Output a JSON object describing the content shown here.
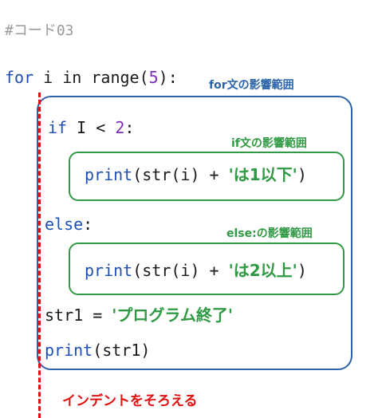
{
  "comment": "#コード03",
  "code": {
    "for_kw": "for",
    "for_rest": " i in range(",
    "for_num": "5",
    "for_end": "):",
    "if_kw": "if",
    "if_rest": " I < ",
    "if_num": "2",
    "if_end": ":",
    "print1_kw": "print",
    "print1_rest": "(str(i) + ",
    "print1_str": "'は1以下'",
    "print1_end": ")",
    "else_kw": "else",
    "else_end": ":",
    "print2_kw": "print",
    "print2_rest": "(str(i) + ",
    "print2_str": "'は2以上'",
    "print2_end": ")",
    "assign_rest": "str1 = ",
    "assign_str": "'プログラム終了'",
    "print3_kw": "print",
    "print3_rest": "(str1)"
  },
  "labels": {
    "for_scope": "for文の影響範囲",
    "if_scope": "if文の影響範囲",
    "else_scope": "else:の影響範囲",
    "indent_note": "インデントをそろえる"
  },
  "colors": {
    "for_scope": "#2a63a8",
    "if_scope": "#2f9a43",
    "else_scope": "#2f9a43",
    "indent": "#e01010"
  }
}
